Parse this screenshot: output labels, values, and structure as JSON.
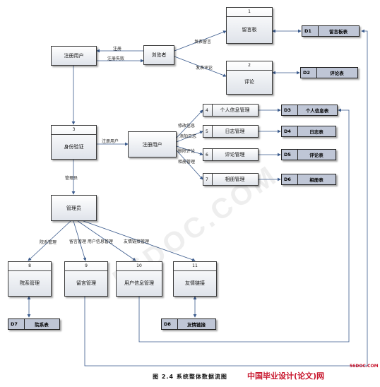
{
  "entities": {
    "visitor": "浏览者",
    "reg_user_top": "注册用户",
    "reg_user_mid": "注册用户",
    "admin": "管理员"
  },
  "processes": {
    "p1": {
      "num": "1",
      "label": "留言板"
    },
    "p2": {
      "num": "2",
      "label": "评论"
    },
    "p3": {
      "num": "3",
      "label": "身份验证"
    },
    "p4": {
      "num": "4",
      "label": "个人信息管理"
    },
    "p5": {
      "num": "5",
      "label": "日志管理"
    },
    "p6": {
      "num": "6",
      "label": "评论管理"
    },
    "p7": {
      "num": "7",
      "label": "相册管理"
    },
    "p8": {
      "num": "8",
      "label": "院系管理"
    },
    "p9": {
      "num": "9",
      "label": "留言管理"
    },
    "p10": {
      "num": "10",
      "label": "用户信息管理"
    },
    "p11": {
      "num": "11",
      "label": "友情链接"
    }
  },
  "stores": {
    "d1": {
      "id": "D1",
      "label": "留言板表"
    },
    "d2": {
      "id": "D2",
      "label": "评论表"
    },
    "d3": {
      "id": "D3",
      "label": "个人信息表"
    },
    "d4": {
      "id": "D4",
      "label": "日志表"
    },
    "d5": {
      "id": "D5",
      "label": "评论表"
    },
    "d6": {
      "id": "D6",
      "label": "相册表"
    },
    "d7": {
      "id": "D7",
      "label": "院系表"
    },
    "d8": {
      "id": "D8",
      "label": "友情链接"
    }
  },
  "flows": {
    "register": "注册",
    "register_fail": "注册失败",
    "post_message": "发表留言",
    "post_comment": "发表评论",
    "reg_user": "注册用户",
    "admin": "管理员",
    "modify_info": "修改信息",
    "add_log": "添加日志",
    "delete_comment": "删除评论",
    "album_manage": "相册管理",
    "dept_manage": "院系管理",
    "msg_user_manage": "留言管理 用户信息管理",
    "link_manage": "友情链接管理"
  },
  "caption": "图 2.4 系统整体数据流图",
  "watermark": "56DOC.COM",
  "brand": {
    "site": "56DOC.COM",
    "text": "中国毕业设计(论文)网"
  }
}
